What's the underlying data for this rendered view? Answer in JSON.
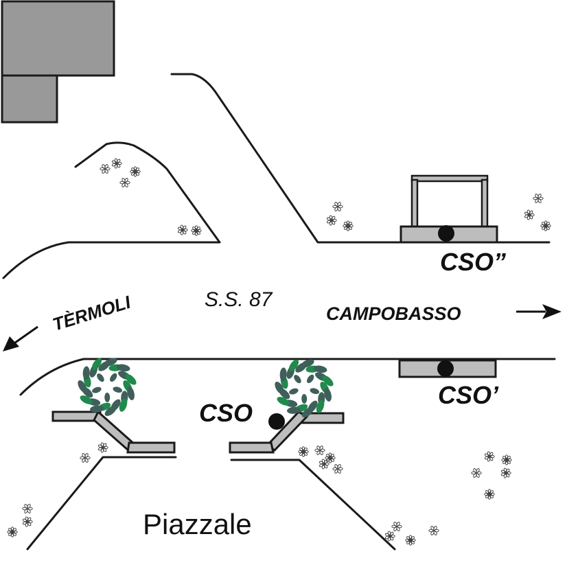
{
  "map": {
    "road_name": "S.S. 87",
    "directions": {
      "west": {
        "label": "TÈRMOLI",
        "arrow": "arrow-southwest"
      },
      "east": {
        "label": "CAMPOBASSO",
        "arrow": "arrow-east"
      }
    },
    "area_label": "Piazzale",
    "stations": [
      {
        "id": "cso",
        "label": "CSO"
      },
      {
        "id": "cso-prime",
        "label": "CSO’"
      },
      {
        "id": "cso-double-prime",
        "label": "CSO”"
      }
    ],
    "colors": {
      "line": "#1a1a1a",
      "building": "#999999",
      "slab": "#bdbdbd",
      "tree_dark": "#3f5f5a",
      "tree_light": "#1f8a4c"
    }
  }
}
